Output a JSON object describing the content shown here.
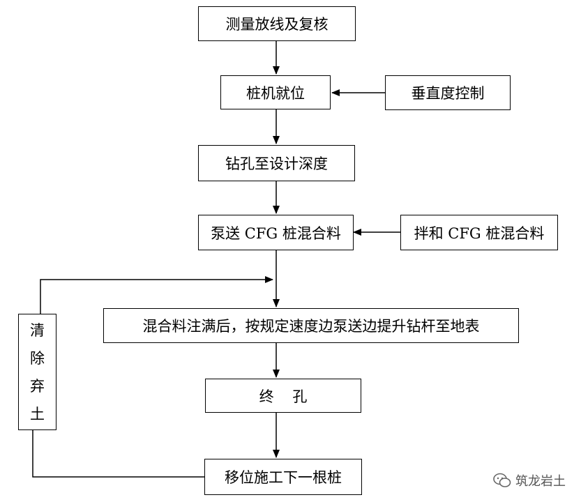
{
  "nodes": {
    "survey": "测量放线及复核",
    "rig_position": "桩机就位",
    "vertical_control": "垂直度控制",
    "drill": "钻孔至设计深度",
    "pump": "泵送 CFG 桩混合料",
    "mix": "拌和 CFG 桩混合料",
    "fill_lift": "混合料注满后，按规定速度边泵送边提升钻杆至地表",
    "end_hole": "终    孔",
    "move_next": "移位施工下一根桩",
    "clear_soil_chars": [
      "清",
      "除",
      "弃",
      "土"
    ]
  },
  "watermark": {
    "text": "筑龙岩土",
    "icon": "wechat-icon"
  }
}
